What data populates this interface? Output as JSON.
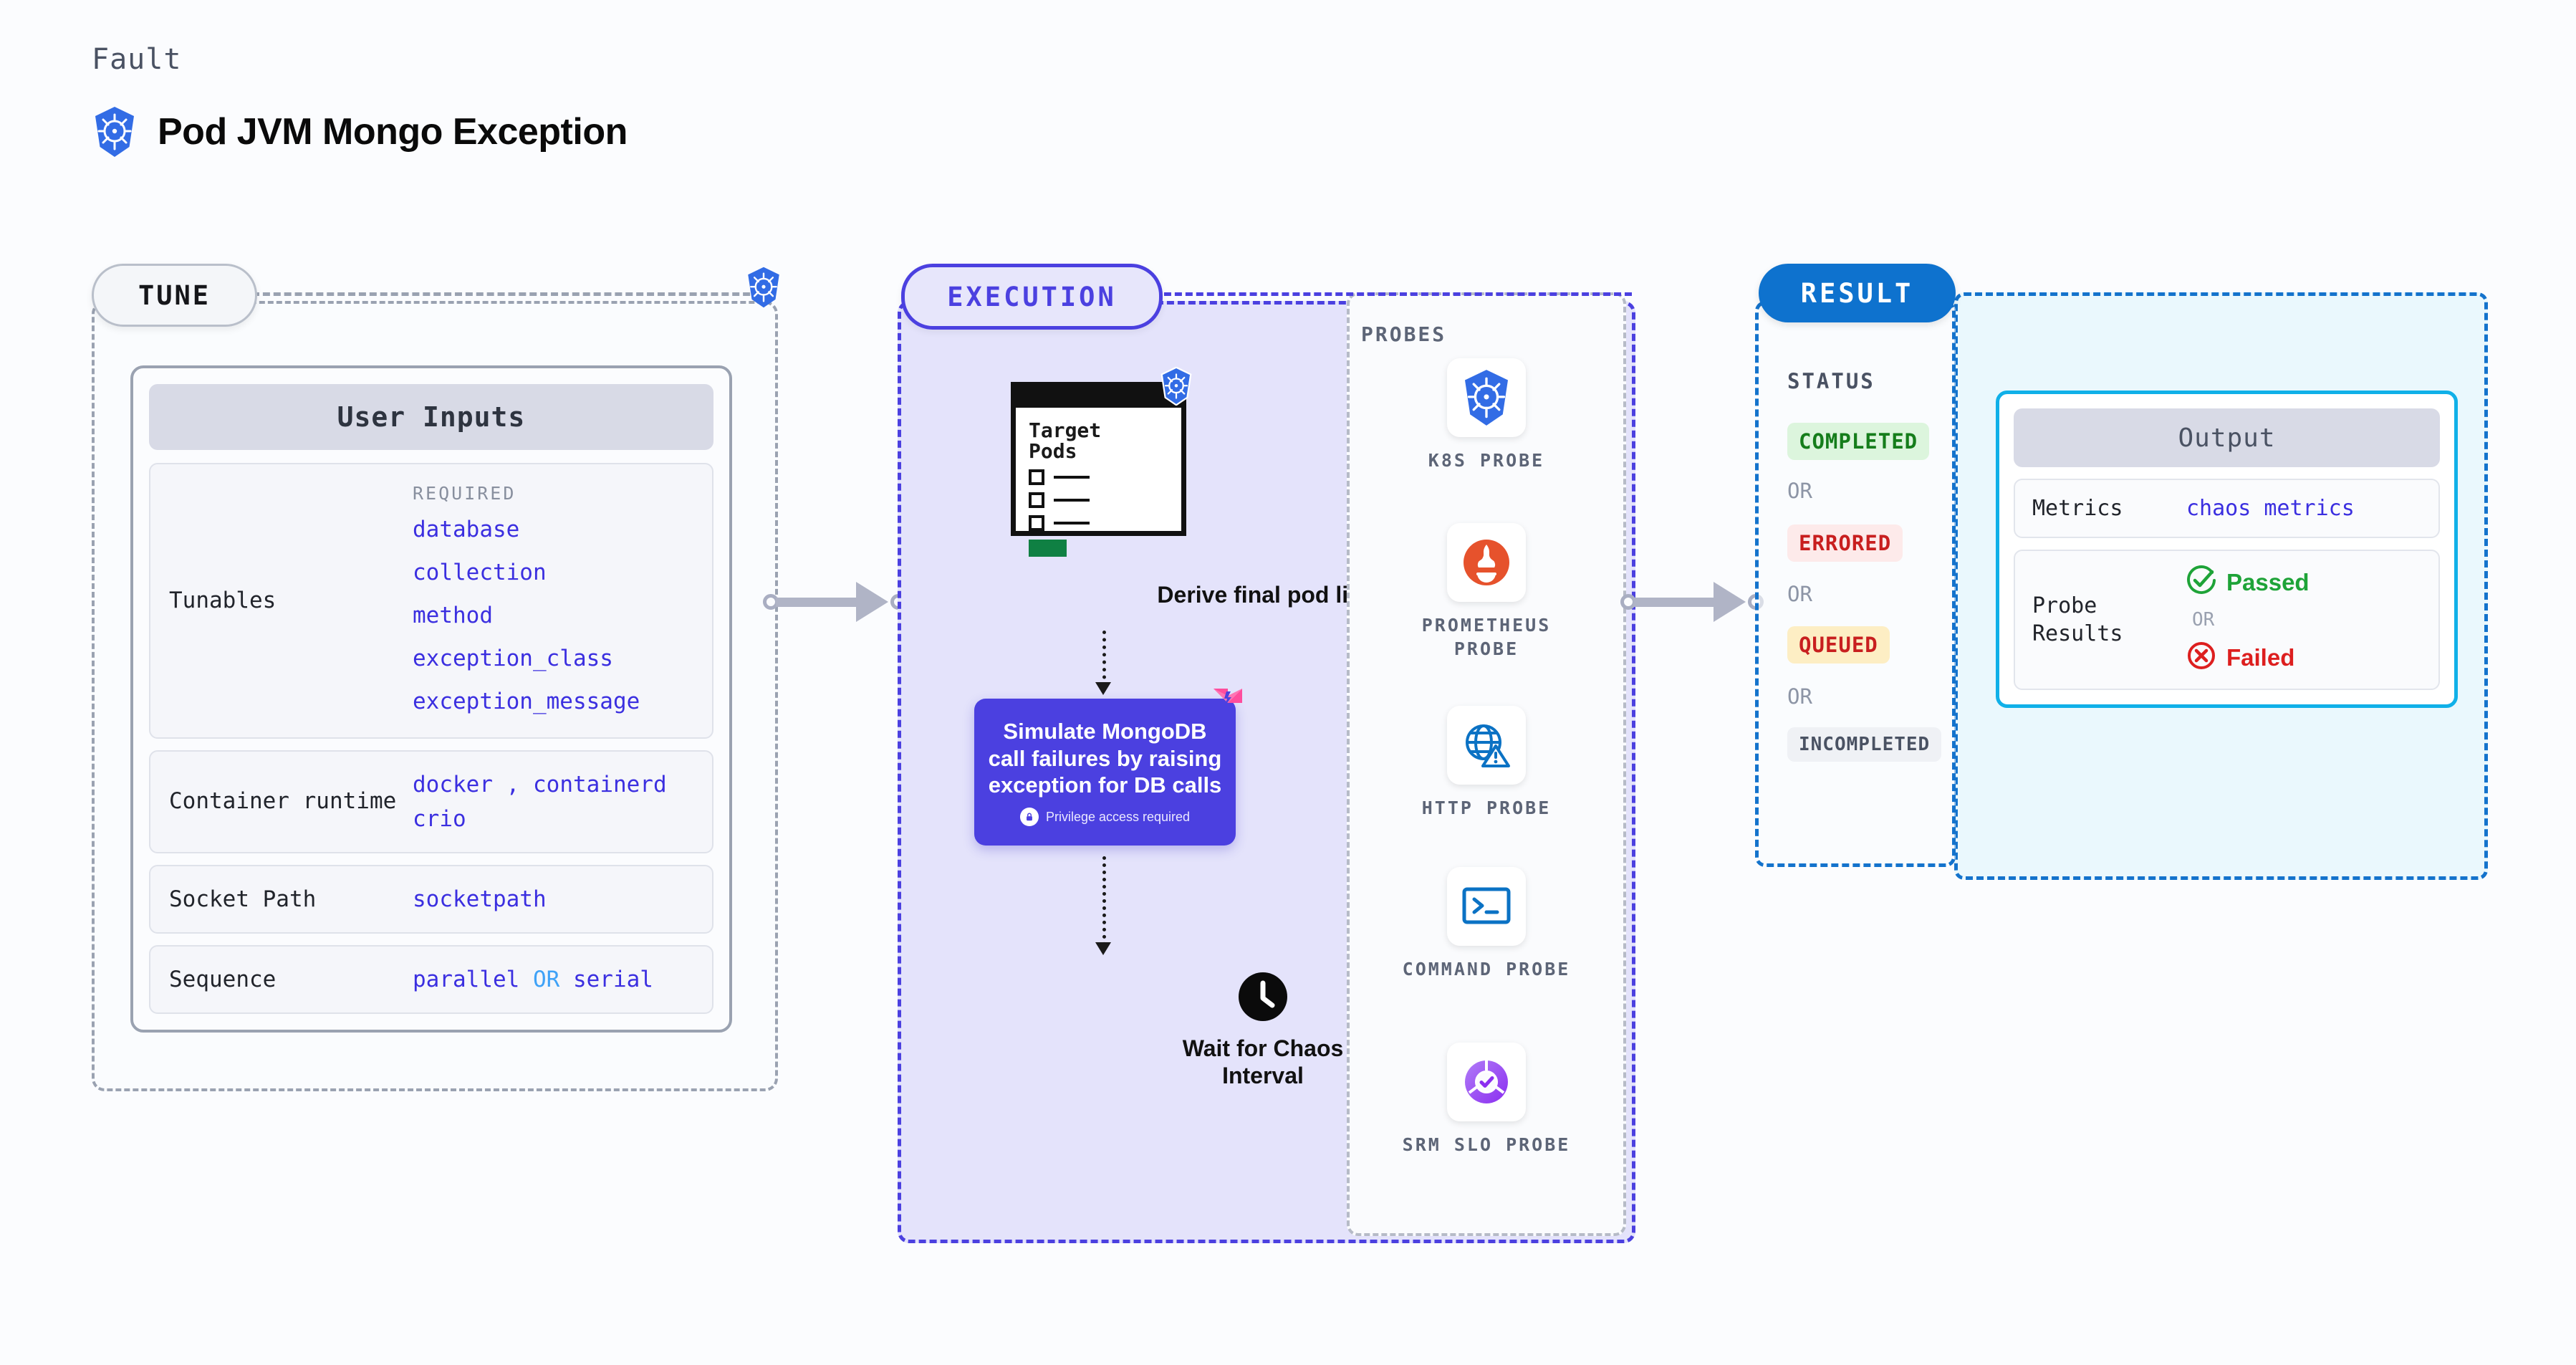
{
  "header": {
    "kicker": "Fault",
    "title": "Pod JVM Mongo Exception",
    "logo_icon": "kubernetes-icon"
  },
  "tune": {
    "badge": "TUNE",
    "k8s_icon": "kubernetes-icon",
    "card_title": "User Inputs",
    "required_label": "REQUIRED",
    "rows": [
      {
        "key": "Tunables",
        "values": [
          "database",
          "collection",
          "method",
          "exception_class",
          "exception_message"
        ]
      },
      {
        "key": "Container runtime",
        "values_line1": "docker",
        "comma": ",",
        "values_line1b": "containerd",
        "values_line2": "crio"
      },
      {
        "key": "Socket Path",
        "value": "socketpath"
      },
      {
        "key": "Sequence",
        "value_a": "parallel",
        "or": "OR",
        "value_b": "serial"
      }
    ]
  },
  "arrows": {
    "left_arrow_name": "tune-to-execution-arrow",
    "right_arrow_name": "execution-to-result-arrow"
  },
  "execution": {
    "badge": "EXECUTION",
    "doc": {
      "title_line1": "Target",
      "title_line2": "Pods",
      "k8s_icon": "kubernetes-icon"
    },
    "derive_label": "Derive final pod list",
    "sim_card": {
      "text": "Simulate MongoDB call failures by raising exception for DB calls",
      "privilege_note": "Privilege access required",
      "lock_icon": "lock-icon",
      "ribbon_icon": "ribbon-icon",
      "bg_color": "#4b40e0"
    },
    "wait": {
      "clock_icon": "clock-icon",
      "label_line1": "Wait for Chaos",
      "label_line2": "Interval"
    }
  },
  "probes": {
    "title": "PROBES",
    "items": [
      {
        "label": "K8S PROBE",
        "icon": "kubernetes-icon"
      },
      {
        "label": "PROMETHEUS PROBE",
        "icon": "prometheus-icon"
      },
      {
        "label": "HTTP PROBE",
        "icon": "http-globe-warning-icon"
      },
      {
        "label": "COMMAND PROBE",
        "icon": "terminal-icon"
      },
      {
        "label": "SRM SLO PROBE",
        "icon": "srm-slo-donut-check-icon"
      }
    ]
  },
  "result": {
    "badge": "RESULT",
    "status_title": "STATUS",
    "or_label": "OR",
    "statuses": [
      {
        "label": "COMPLETED",
        "bg": "#dcf5dd",
        "fg": "#157d1b"
      },
      {
        "label": "ERRORED",
        "bg": "#fdeaea",
        "fg": "#c81f1f"
      },
      {
        "label": "QUEUED",
        "bg": "#fdeec4",
        "fg": "#c81f1f"
      },
      {
        "label": "INCOMPLETED",
        "bg": "#eff1f5",
        "fg": "#4a5263"
      }
    ]
  },
  "output": {
    "title": "Output",
    "metrics_key": "Metrics",
    "metrics_value": "chaos metrics",
    "probe_results_key": "Probe Results",
    "passed_label": "Passed",
    "failed_label": "Failed",
    "or_label": "OR",
    "passed_icon": "check-circle-icon",
    "failed_icon": "x-circle-icon"
  }
}
